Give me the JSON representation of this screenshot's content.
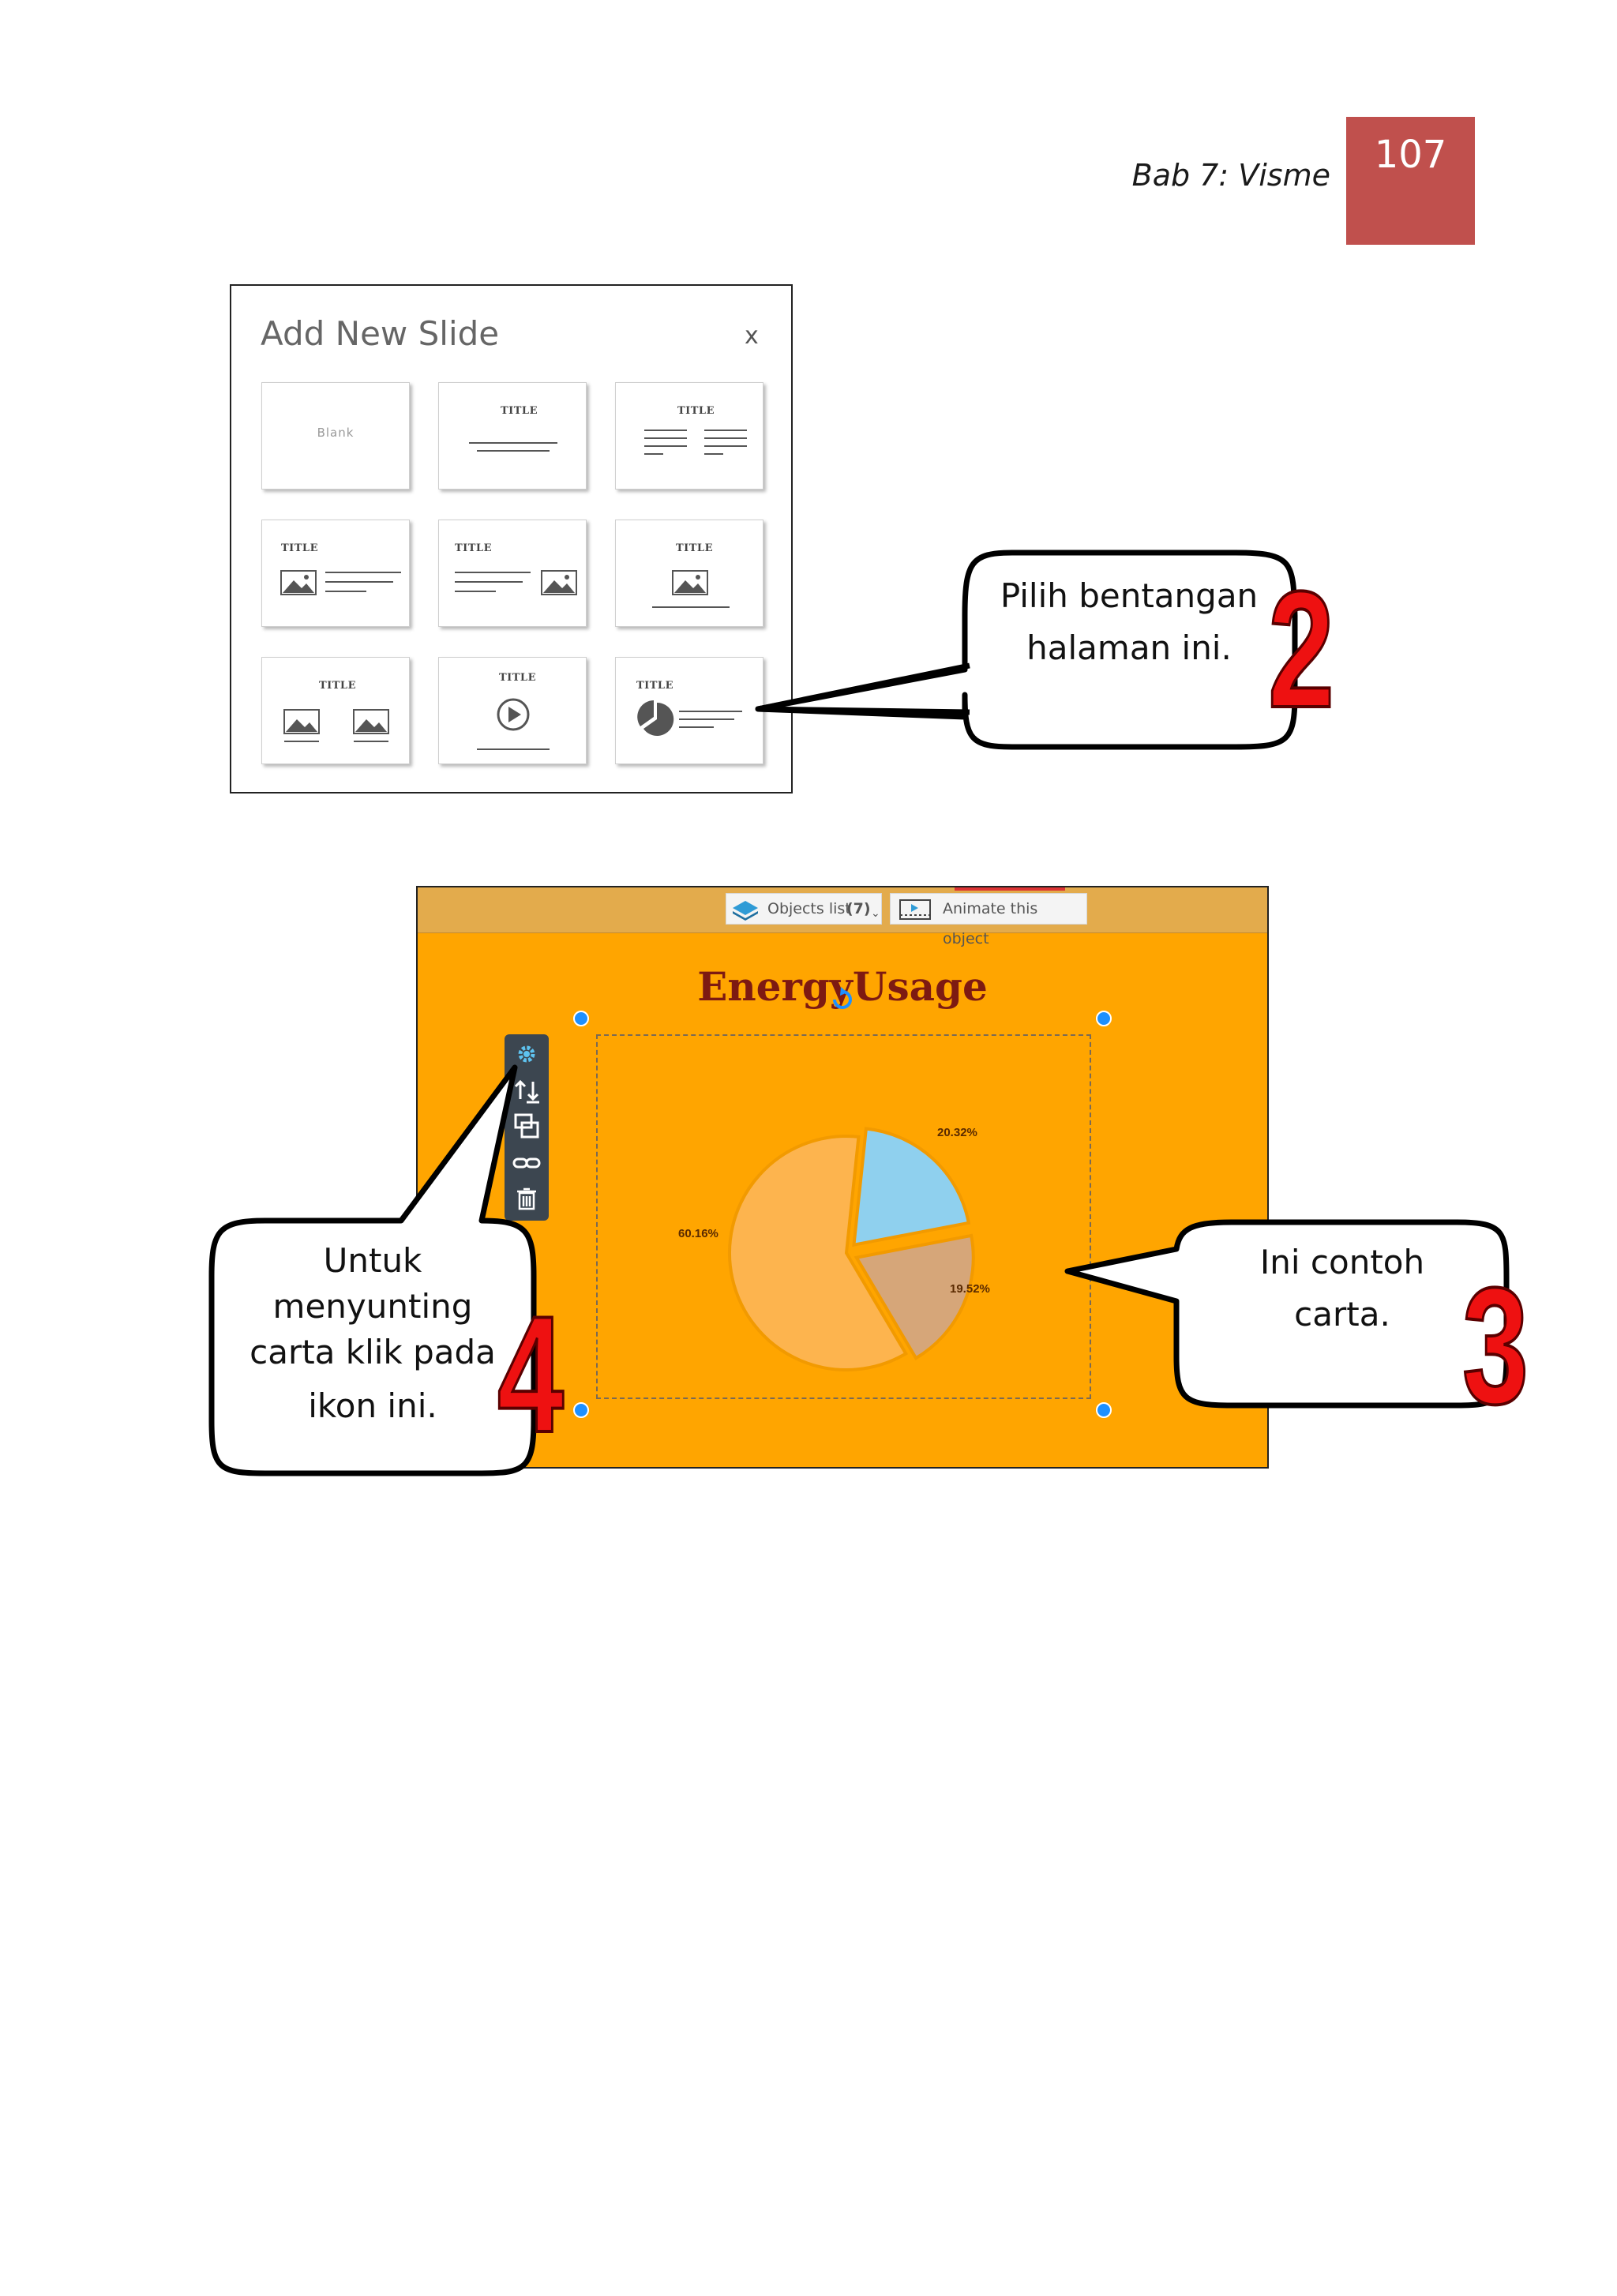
{
  "header": {
    "chapter": "Bab 7: Visme",
    "page_number": "107",
    "badge_color": "#c0504d"
  },
  "dialog": {
    "title": "Add New Slide",
    "close_label": "x",
    "layouts": [
      {
        "label": "Blank"
      },
      {
        "title": "TITLE"
      },
      {
        "title": "TITLE"
      },
      {
        "title": "TITLE"
      },
      {
        "title": "TITLE"
      },
      {
        "title": "TITLE"
      },
      {
        "title": "TITLE"
      },
      {
        "title": "TITLE"
      },
      {
        "title": "TITLE"
      }
    ]
  },
  "callouts": {
    "step2": {
      "line1": "Pilih bentangan",
      "line2": "halaman  ini.",
      "number": "2"
    },
    "step3": {
      "line1": "Ini contoh",
      "line2": "carta.",
      "number": "3"
    },
    "step4": {
      "line1": "Untuk",
      "line2": "menyunting",
      "line3": "carta klik pada",
      "line4": "ikon ini.",
      "number": "4"
    }
  },
  "editor": {
    "objects_list_label": "Objects list",
    "objects_count": "(7)",
    "animate_label": "Animate this object",
    "background_color": "#ffa500",
    "object_tools": [
      "gear-icon",
      "layer-order-icon",
      "duplicate-icon",
      "link-icon",
      "trash-icon"
    ]
  },
  "chart_data": {
    "type": "pie",
    "title": "EnergyUsage",
    "labels": [
      "60.16%",
      "20.32%",
      "19.52%"
    ],
    "values": [
      60.16,
      20.32,
      19.52
    ],
    "colors": [
      "#fdb44e",
      "#8fd0ee",
      "#d6a679"
    ],
    "exploded": [
      false,
      true,
      true
    ]
  }
}
